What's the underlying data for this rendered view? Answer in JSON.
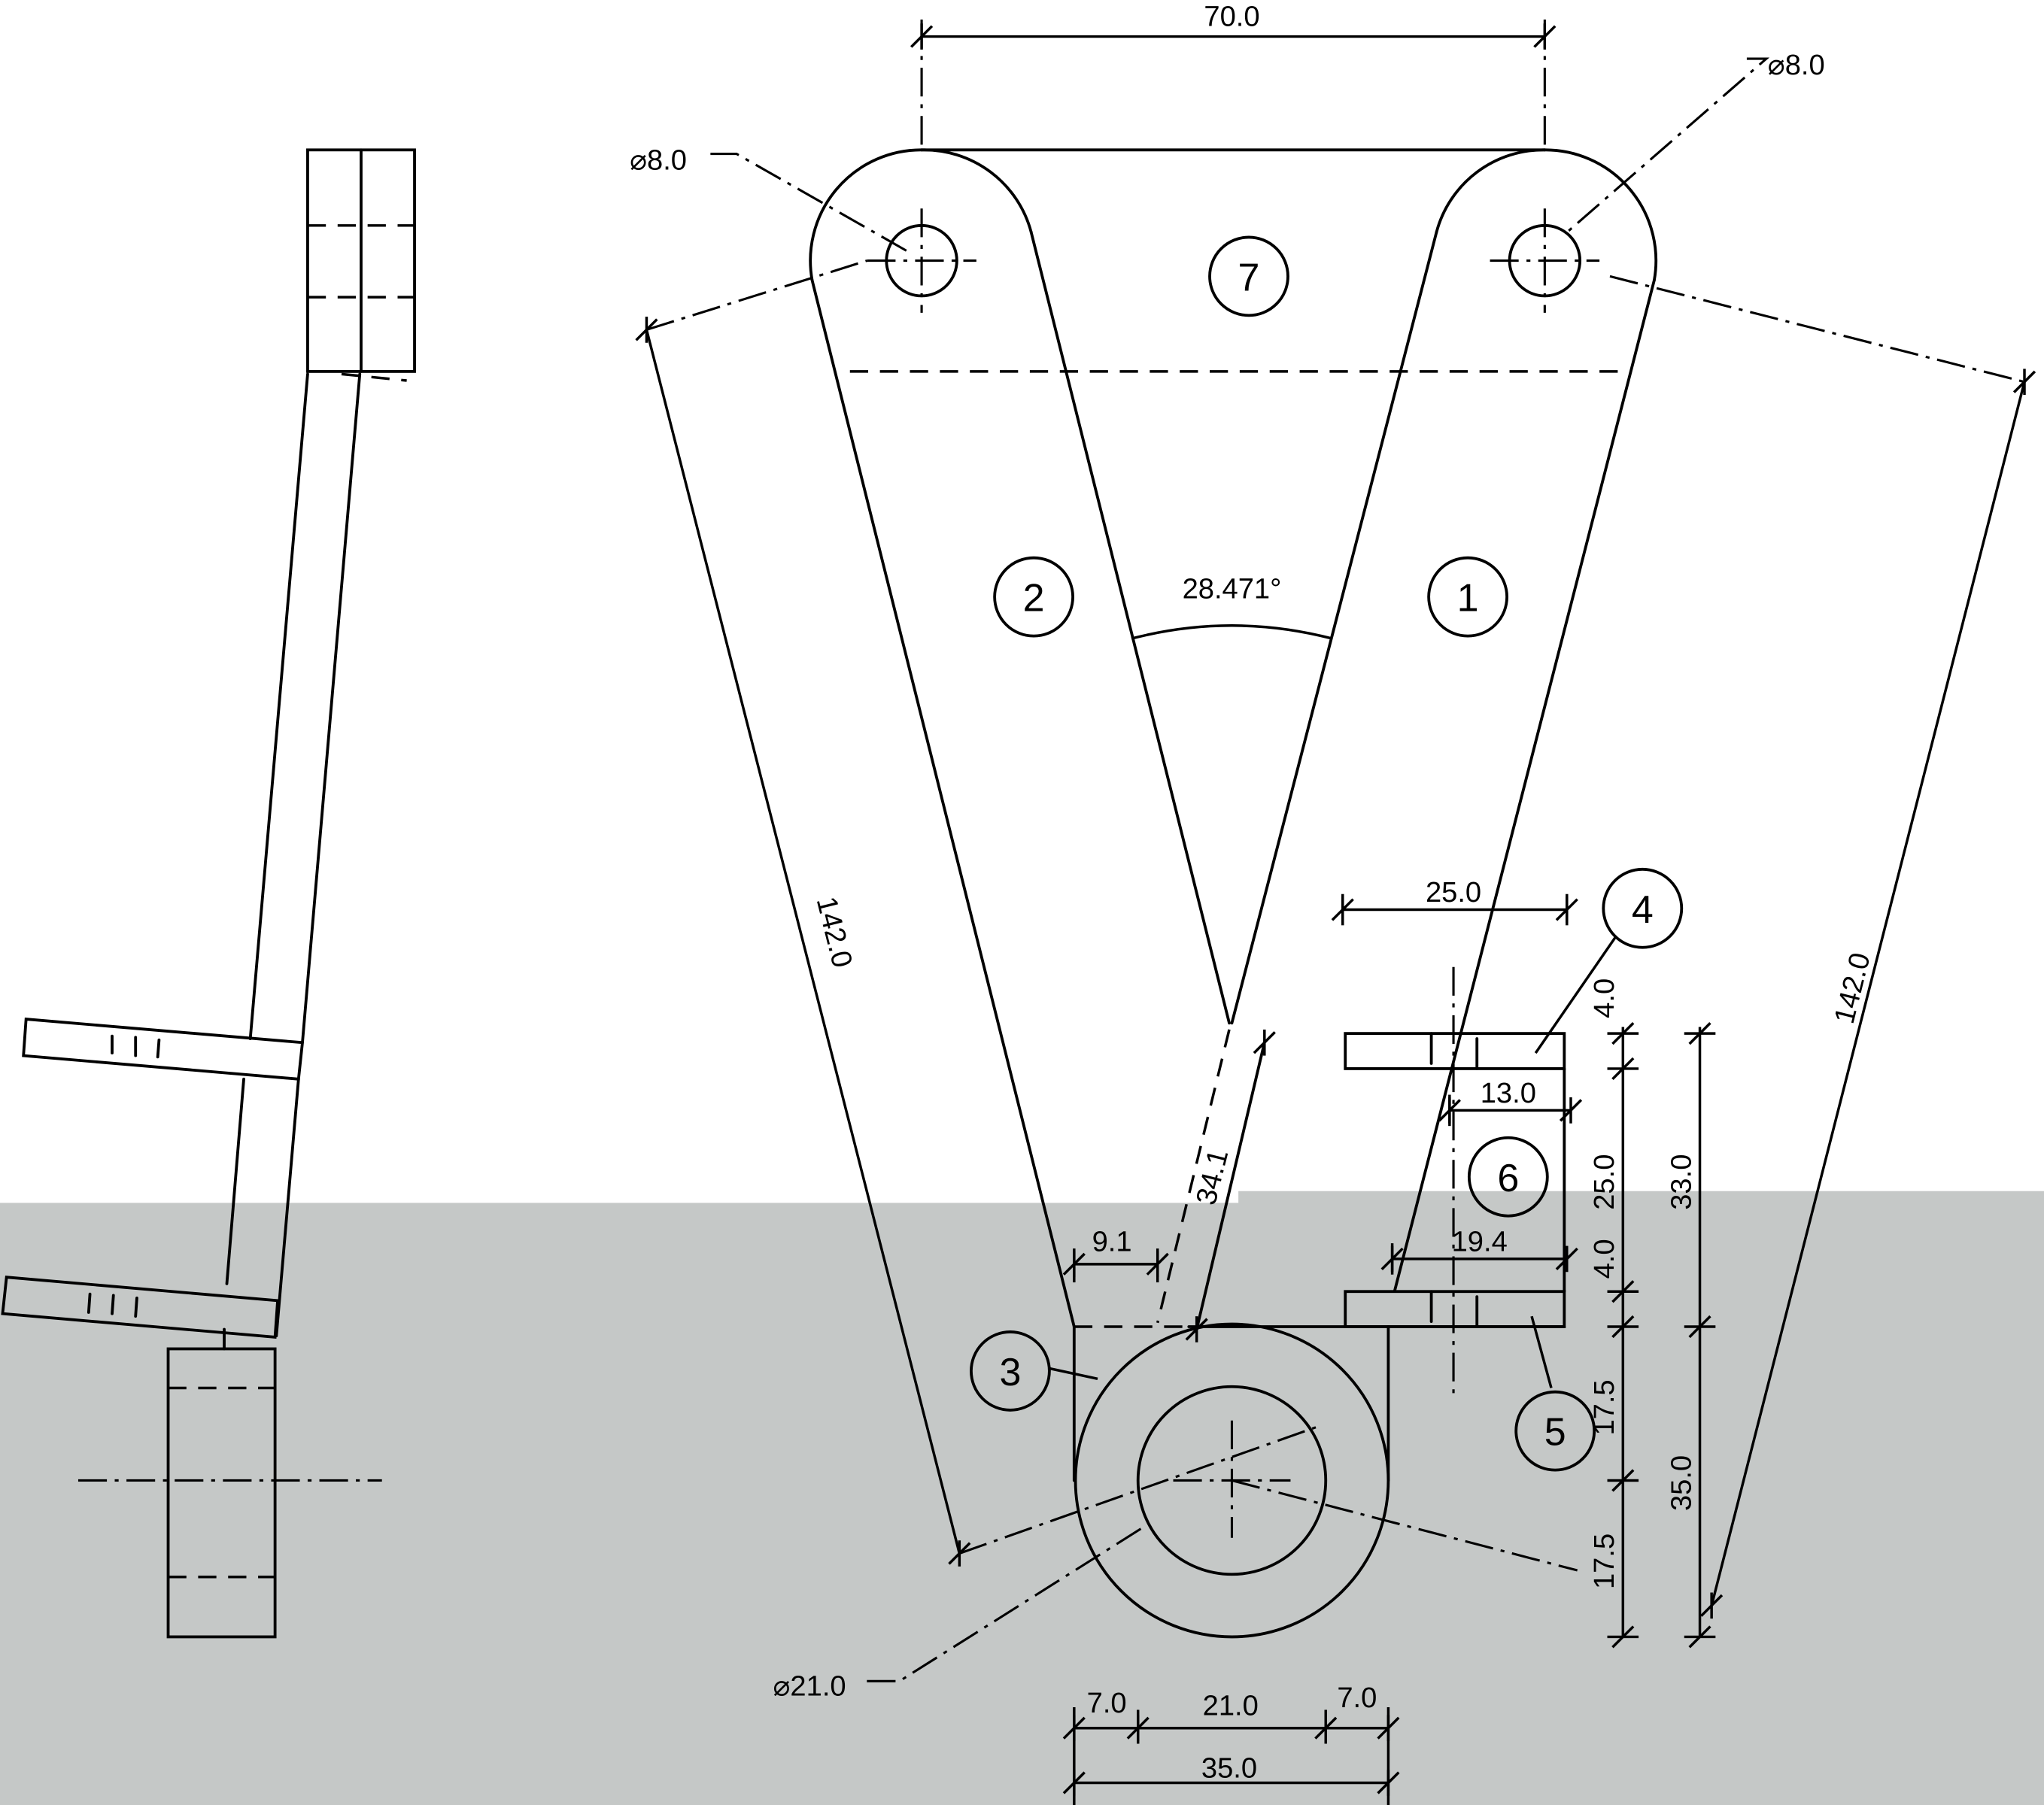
{
  "colors": {
    "background": "#ffffff",
    "shade": "#c5c8c7",
    "ink": "#000000"
  },
  "balloons": [
    "1",
    "2",
    "3",
    "4",
    "5",
    "6",
    "7"
  ],
  "dimensions": {
    "top_span": "70.0",
    "hole_left": "⌀8.0",
    "hole_right": "⌀8.0",
    "arm_left": "142.0",
    "arm_right": "142.0",
    "angle": "28.471°",
    "flange_width": "25.0",
    "flange_inner": "13.0",
    "flange_lower": "19.4",
    "offset": "9.1",
    "slant": "34.1",
    "v_flange_top": "4.0",
    "v_gap": "25.0",
    "v_flange_bottom": "4.0",
    "v_half_top": "17.5",
    "v_half_bottom": "17.5",
    "v_total_upper": "33.0",
    "v_total_lower": "35.0",
    "bore": "⌀21.0",
    "wall_left": "7.0",
    "bore_width": "21.0",
    "wall_right": "7.0",
    "boss_width": "35.0"
  }
}
